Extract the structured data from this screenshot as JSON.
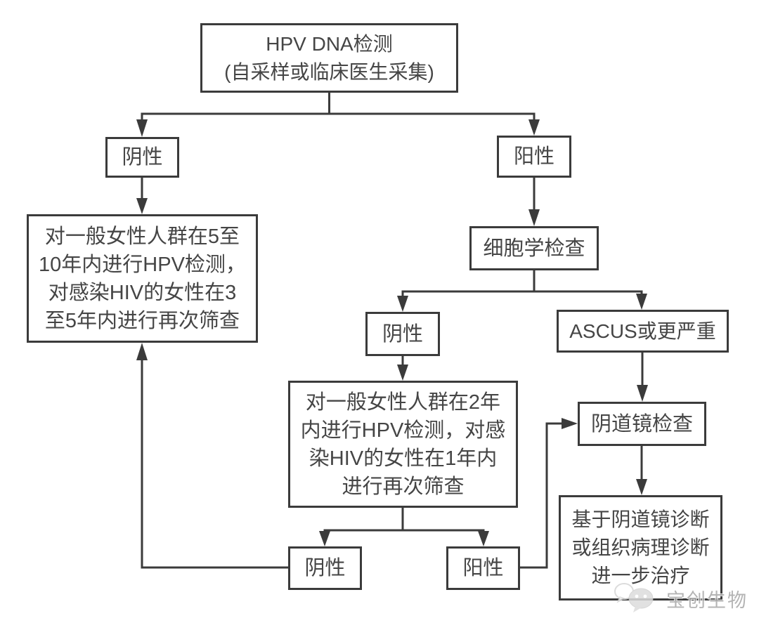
{
  "flowchart": {
    "nodes": {
      "root": {
        "label": "HPV DNA检测\n(自采样或临床医生采集)"
      },
      "hpv_negative": {
        "label": "阴性"
      },
      "hpv_positive": {
        "label": "阳性"
      },
      "routine_rescreen": {
        "label": "对一般女性人群在5至\n10年内进行HPV检测，\n对感染HIV的女性在3\n至5年内进行再次筛查"
      },
      "cytology": {
        "label": "细胞学检查"
      },
      "cytology_negative": {
        "label": "阴性"
      },
      "cytology_ascus": {
        "label": "ASCUS或更严重"
      },
      "short_rescreen": {
        "label": "对一般女性人群在2年\n内进行HPV检测，对感\n染HIV的女性在1年内\n进行再次筛查"
      },
      "rescreen_negative": {
        "label": "阴性"
      },
      "rescreen_positive": {
        "label": "阳性"
      },
      "colposcopy": {
        "label": "阴道镜检查"
      },
      "treatment": {
        "label": "基于阴道镜诊断\n或组织病理诊断\n进一步治疗"
      }
    },
    "watermark": {
      "label": "宝创生物"
    },
    "colors": {
      "stroke": "#3b3b3b",
      "text": "#454545",
      "background": "#ffffff",
      "watermark": "#a8a8a8"
    }
  }
}
